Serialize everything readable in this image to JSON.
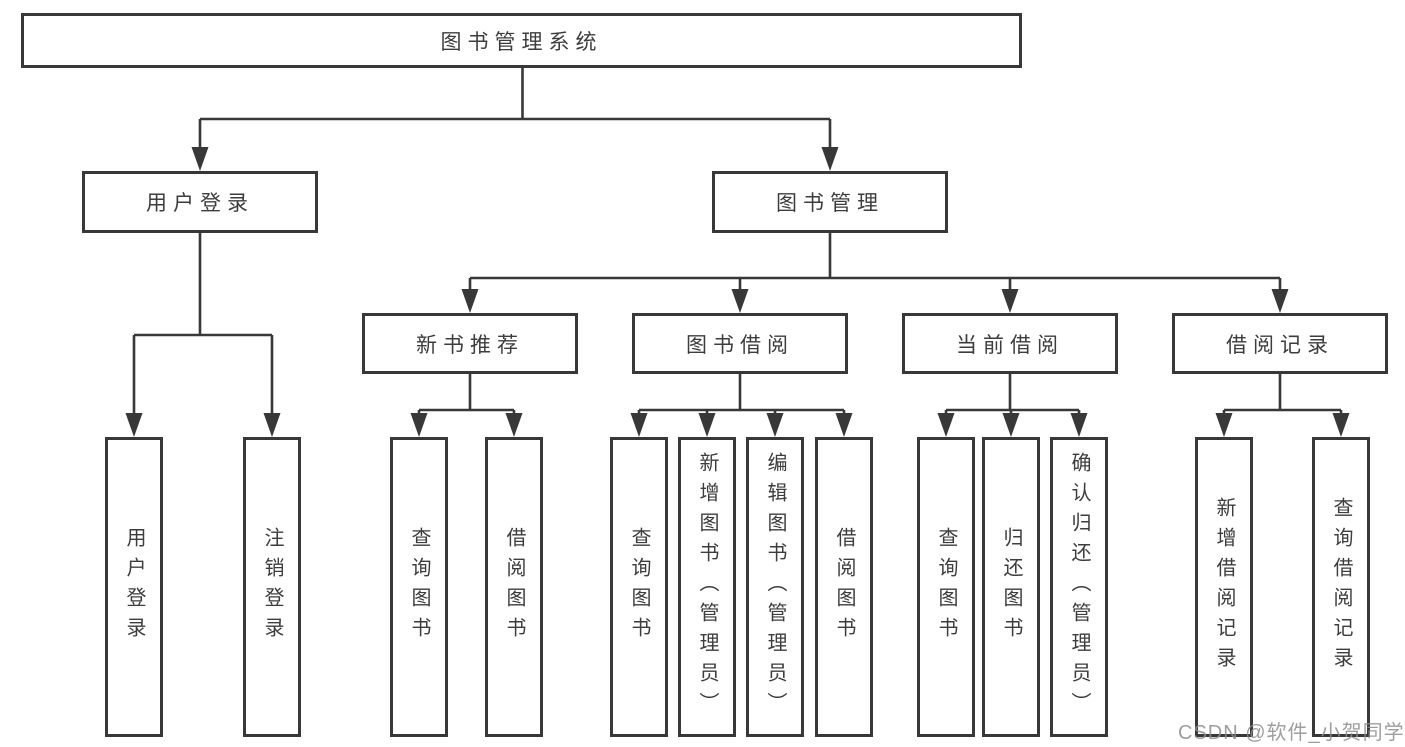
{
  "diagram": {
    "root": {
      "label": "图书管理系统"
    },
    "level2": [
      {
        "label": "用户登录"
      },
      {
        "label": "图书管理"
      }
    ],
    "level3": [
      {
        "label": "新书推荐"
      },
      {
        "label": "图书借阅"
      },
      {
        "label": "当前借阅"
      },
      {
        "label": "借阅记录"
      }
    ],
    "leaves": {
      "user_login": [
        "用户登录",
        "注销登录"
      ],
      "new_book": [
        "查询图书",
        "借阅图书"
      ],
      "book_borrow": [
        "查询图书",
        "新增图书（管理员）",
        "编辑图书（管理员）",
        "借阅图书"
      ],
      "current_borrow": [
        "查询图书",
        "归还图书",
        "确认归还（管理员）"
      ],
      "borrow_record": [
        "新增借阅记录",
        "查询借阅记录"
      ]
    }
  },
  "watermark": {
    "text": "CSDN @软件_小贺同学"
  },
  "colors": {
    "line": "#383838",
    "border": "#383838",
    "text": "#3d3d3d",
    "watermark": "#8d8d8d",
    "background": "#ffffff"
  }
}
